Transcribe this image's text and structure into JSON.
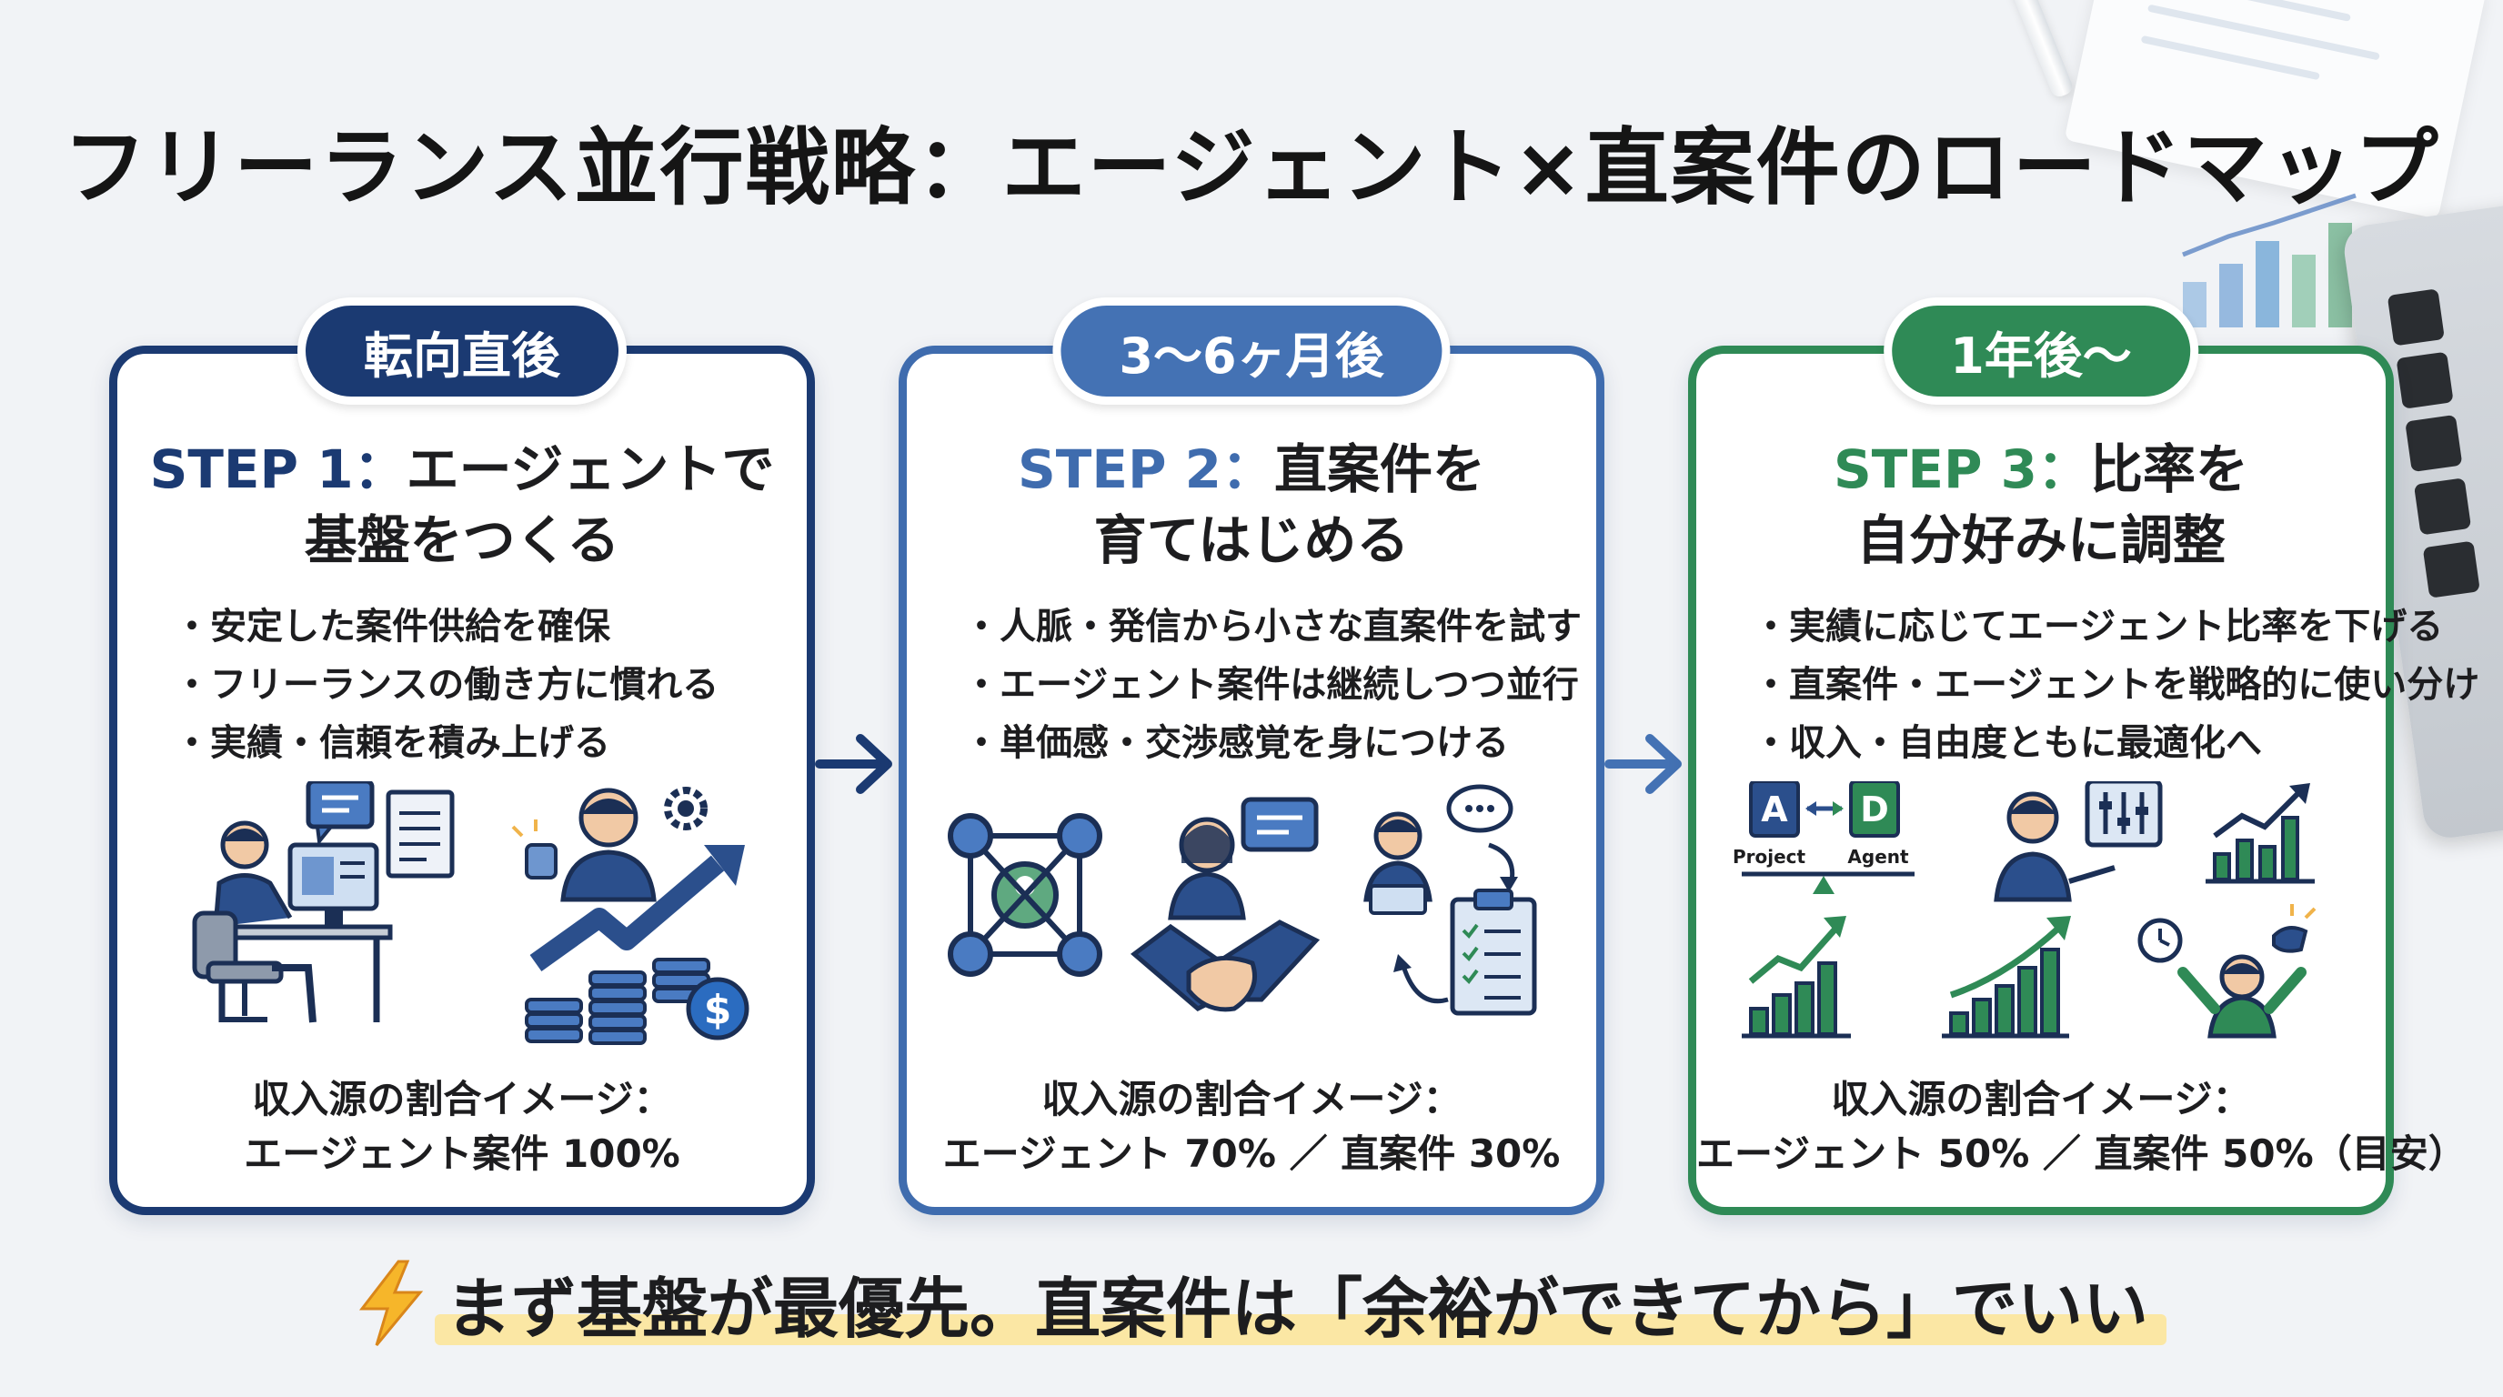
{
  "title": "フリーランス並行戦略：エージェント×直案件のロードマップ",
  "colors": {
    "step1": "#1b3a72",
    "step2": "#3f6cae",
    "step3": "#2f8a56",
    "highlight": "#fbe7a4"
  },
  "steps": [
    {
      "phase": "転向直後",
      "step_label": "STEP 1：",
      "heading_line1": "エージェントで",
      "heading_line2": "基盤をつくる",
      "bullets": [
        "安定した案件供給を確保",
        "フリーランスの働き方に慣れる",
        "実績・信頼を積み上げる"
      ],
      "icons": [
        "desk-worker-icon",
        "growth-coins-icon"
      ],
      "ratio_label": "収入源の割合イメージ：",
      "ratio_value": "エージェント案件 100%"
    },
    {
      "phase": "3〜6ヶ月後",
      "step_label": "STEP 2：",
      "heading_line1": "直案件を",
      "heading_line2": "育てはじめる",
      "bullets": [
        "人脈・発信から小さな直案件を試す",
        "エージェント案件は継続しつつ並行",
        "単価感・交渉感覚を身につける"
      ],
      "icons": [
        "network-icon",
        "handshake-icon",
        "consultation-icon"
      ],
      "ratio_label": "収入源の割合イメージ：",
      "ratio_value": "エージェント 70% ／ 直案件 30%"
    },
    {
      "phase": "1年後〜",
      "step_label": "STEP 3：",
      "heading_line1": "比率を",
      "heading_line2": "自分好みに調整",
      "bullets": [
        "実績に応じてエージェント比率を下げる",
        "直案件・エージェントを戦略的に使い分け",
        "収入・自由度ともに最適化へ"
      ],
      "icons": [
        "balance-icon",
        "analyst-icon",
        "growth-chart-icon"
      ],
      "balance_left_letter": "A",
      "balance_left_label": "Project",
      "balance_right_letter": "D",
      "balance_right_label": "Agent",
      "ratio_label": "収入源の割合イメージ：",
      "ratio_value": "エージェント 50% ／ 直案件 50%（目安）"
    }
  ],
  "footer": {
    "icon": "lightning-icon",
    "text": "まず基盤が最優先。直案件は「余裕ができてから」でいい"
  }
}
